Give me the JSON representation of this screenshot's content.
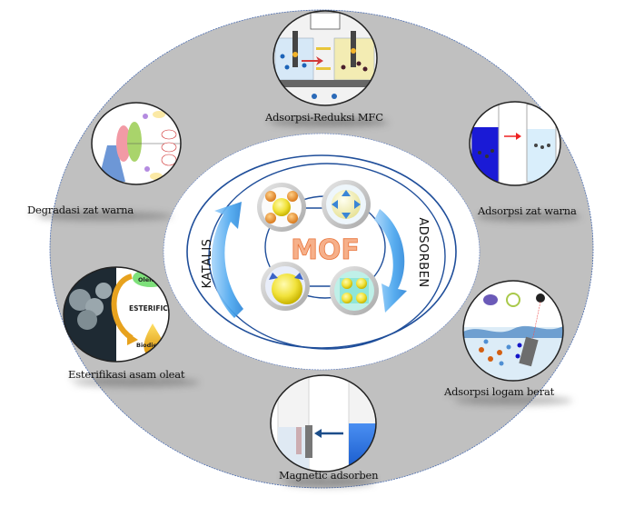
{
  "diagram": {
    "center_title": "MOF",
    "left_arc_label": "KATALIS",
    "right_arc_label": "ADSORBEN",
    "applications": [
      {
        "id": "mfc",
        "label": "Adsorpsi-Reduksi MFC",
        "group": "adsorben"
      },
      {
        "id": "dye-adsorption",
        "label": "Adsorpsi zat warna",
        "group": "adsorben"
      },
      {
        "id": "heavy-metal",
        "label": "Adsorpsi logam berat",
        "group": "adsorben"
      },
      {
        "id": "magnetic",
        "label": "Magnetic adsorben",
        "group": "adsorben"
      },
      {
        "id": "esterification",
        "label": "Esterifikasi asam oleat",
        "group": "katalis"
      },
      {
        "id": "dye-degradation",
        "label": "Degradasi zat warna",
        "group": "katalis"
      }
    ],
    "thumbnail_text": {
      "esterification_center": "ESTERIFICATION",
      "esterification_input": "Oleic acid",
      "esterification_output": "Biodiesel"
    },
    "colors": {
      "outer_ring": "#c0c0c0",
      "inner_field": "#ffffff",
      "ring_lines": "#1f4e9a",
      "arrow_blue": "#3b9be6",
      "mof_text": "#f08a55",
      "mfc_node_yellow": "#f7ef5c",
      "magnetic_blue": "#1f6fe0",
      "dye_blue": "#1a1ad6"
    }
  }
}
